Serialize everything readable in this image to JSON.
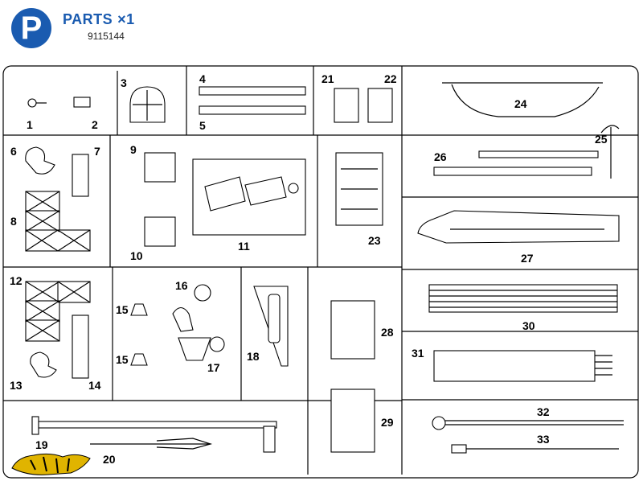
{
  "header": {
    "badge_letter": "P",
    "title": "PARTS",
    "quantity": "×1",
    "part_number": "9115144"
  },
  "parts": {
    "p1": "1",
    "p2": "2",
    "p3": "3",
    "p4": "4",
    "p5": "5",
    "p6": "6",
    "p7": "7",
    "p8": "8",
    "p9": "9",
    "p10": "10",
    "p11": "11",
    "p12": "12",
    "p13": "13",
    "p14": "14",
    "p15a": "15",
    "p15b": "15",
    "p16": "16",
    "p17": "17",
    "p18": "18",
    "p19": "19",
    "p20": "20",
    "p21": "21",
    "p22": "22",
    "p23": "23",
    "p24": "24",
    "p25": "25",
    "p26": "26",
    "p27": "27",
    "p28": "28",
    "p29": "29",
    "p30": "30",
    "p31": "31",
    "p32": "32",
    "p33": "33"
  }
}
